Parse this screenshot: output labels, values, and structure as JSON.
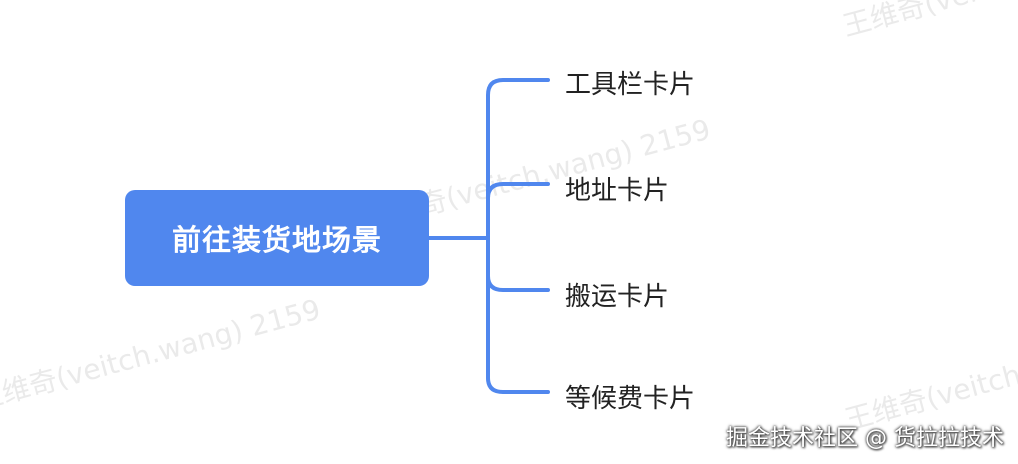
{
  "watermark": {
    "text": "王维奇(veitch.wang) 2159"
  },
  "mindmap": {
    "root": {
      "label": "前往装货地场景"
    },
    "children": [
      {
        "label": "工具栏卡片"
      },
      {
        "label": "地址卡片"
      },
      {
        "label": "搬运卡片"
      },
      {
        "label": "等候费卡片"
      }
    ],
    "colors": {
      "root_fill": "#5087ee",
      "connector": "#5087ee"
    }
  },
  "footer": {
    "credit": "掘金技术社区 @ 货拉拉技术"
  }
}
